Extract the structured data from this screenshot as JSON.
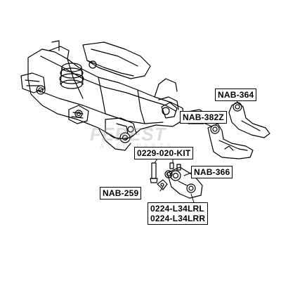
{
  "watermark": {
    "brand": "FEBEST",
    "sub": "AUTO PARTS"
  },
  "labels": {
    "nab364": "NAB-364",
    "nab382z": "NAB-382Z",
    "kit": "0229-020-KIT",
    "nab366": "NAB-366",
    "nab259": "NAB-259",
    "arm_l": "0224-L34LRL",
    "arm_r": "0224-L34LRR"
  },
  "colors": {
    "line": "#000000",
    "box_border": "#000000",
    "watermark": "#9aa3aa"
  }
}
